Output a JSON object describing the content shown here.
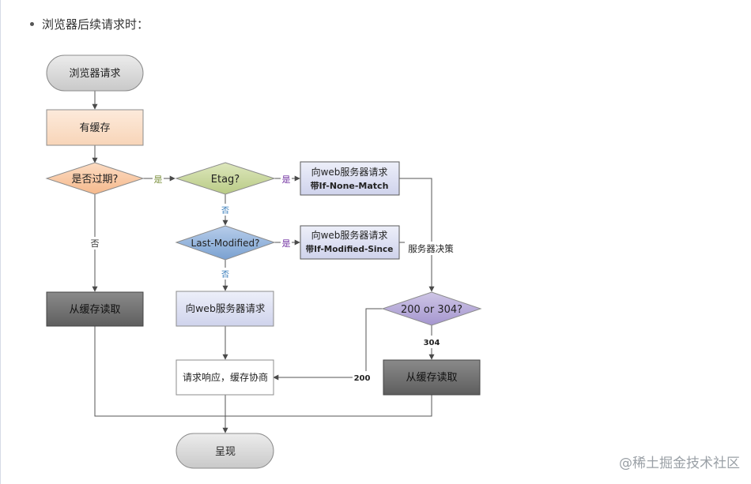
{
  "heading": "浏览器后续请求时：",
  "watermark": "@稀土掘金技术社区",
  "colors": {
    "gray_start": "#d9d9d9",
    "peach": "#fce3cf",
    "diamond_orange": "#f9c9a5",
    "diamond_green": "#c8d79d",
    "diamond_blue": "#8db0d9",
    "diamond_purple": "#b4a7d6",
    "lavender": "#dde0f2",
    "dark_gray": "#737373",
    "white": "#ffffff",
    "line": "#5a5a5a",
    "yes_purple": "#7030a0",
    "no_blue": "#2e75b6"
  },
  "nodes": {
    "start": "浏览器请求",
    "has_cache": "有缓存",
    "expired": "是否过期?",
    "etag": "Etag?",
    "req_inm_1": "向web服务器请求",
    "req_inm_2": "带If-None-Match",
    "last_modified": "Last-Modified?",
    "req_ims_1": "向web服务器请求",
    "req_ims_2": "带If-Modified-Since",
    "read_cache_left": "从缓存读取",
    "req_plain": "向web服务器请求",
    "code_decision": "200 or 304?",
    "negotiate": "请求响应，缓存协商",
    "read_cache_right": "从缓存读取",
    "render": "呈现"
  },
  "edge_labels": {
    "expired_yes": "是",
    "expired_no": "否",
    "etag_yes": "是",
    "etag_no": "否",
    "lm_yes": "是",
    "lm_no": "否",
    "server_decides": "服务器决策",
    "code_304": "304",
    "code_200": "200"
  }
}
